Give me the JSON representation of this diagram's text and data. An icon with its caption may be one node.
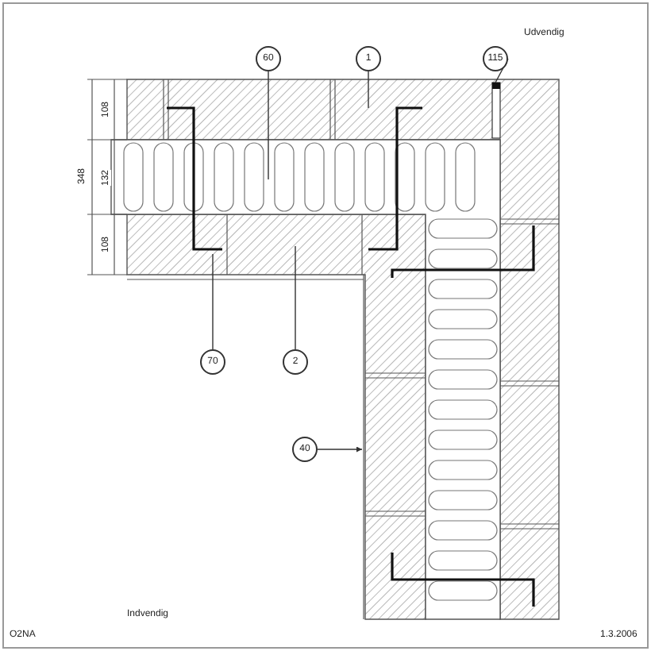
{
  "diagram": {
    "nodes": [
      {
        "text": [
          "60"
        ]
      },
      {
        "text": [
          "1"
        ]
      },
      {
        "text": [
          "115"
        ]
      },
      {
        "text": [
          "70"
        ]
      },
      {
        "text": [
          "2"
        ]
      },
      {
        "text": [
          "40"
        ]
      }
    ],
    "edges": [
      {
        "from": 0,
        "to": null,
        "arrow": "none"
      },
      {
        "from": 1,
        "to": null,
        "arrow": "none"
      },
      {
        "from": 2,
        "to": null,
        "arrow": "none"
      },
      {
        "from": 3,
        "to": null,
        "arrow": "none"
      },
      {
        "from": 4,
        "to": null,
        "arrow": "none"
      },
      {
        "from": 5,
        "to": null,
        "arrow": "to"
      }
    ],
    "labels": [
      "Udvendig",
      "348",
      "108",
      "132",
      "108",
      "Indvendig",
      "O2NA",
      "1.3.2006"
    ]
  }
}
